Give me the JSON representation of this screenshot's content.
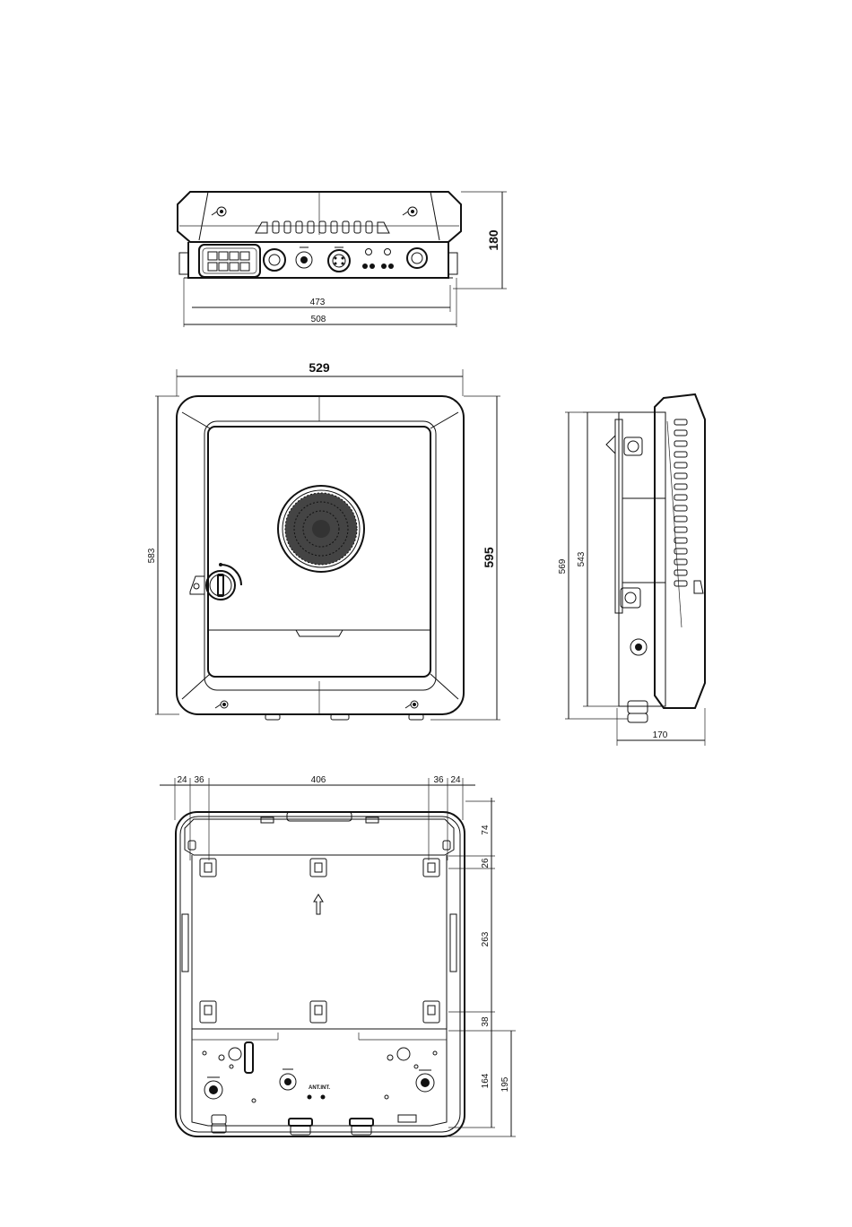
{
  "top_view": {
    "dims": {
      "height": "180",
      "inner_width": "473",
      "outer_width": "508"
    }
  },
  "front_view": {
    "dims": {
      "width": "529",
      "left_height": "583",
      "right_height": "595"
    }
  },
  "side_view": {
    "dims": {
      "outer_height": "569",
      "inner_height": "543",
      "depth": "170"
    }
  },
  "rear_view": {
    "dims": {
      "w1": "24",
      "w2": "36",
      "w3": "406",
      "w4": "36",
      "w5": "24",
      "v1": "74",
      "v2": "26",
      "v3": "263",
      "v4": "38",
      "v5": "164",
      "v6": "195"
    },
    "label": "ANT.INT."
  }
}
